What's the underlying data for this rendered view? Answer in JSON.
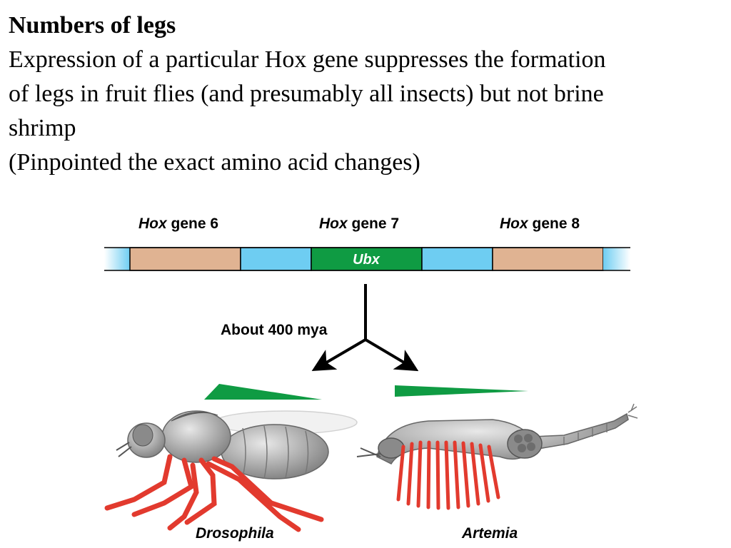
{
  "slide": {
    "title": "Numbers of legs",
    "body_lines": [
      "Expression of a particular Hox gene suppresses the formation",
      "of legs in fruit flies (and presumably all insects) but not brine",
      "shrimp",
      "(Pinpointed the exact amino acid changes)"
    ]
  },
  "diagram": {
    "genes": [
      {
        "italic": "Hox",
        "rest": " gene 6"
      },
      {
        "italic": "Hox",
        "rest": " gene 7"
      },
      {
        "italic": "Hox",
        "rest": " gene 8"
      }
    ],
    "ubx_label": "Ubx",
    "divergence_label": "About 400 mya",
    "species": [
      "Drosophila",
      "Artemia"
    ],
    "colors": {
      "spacer": "#6ecdf2",
      "gene_block": "#e0b392",
      "ubx": "#0f9b43",
      "legs": "#e23a2e",
      "body": "#a8a8a8"
    }
  }
}
